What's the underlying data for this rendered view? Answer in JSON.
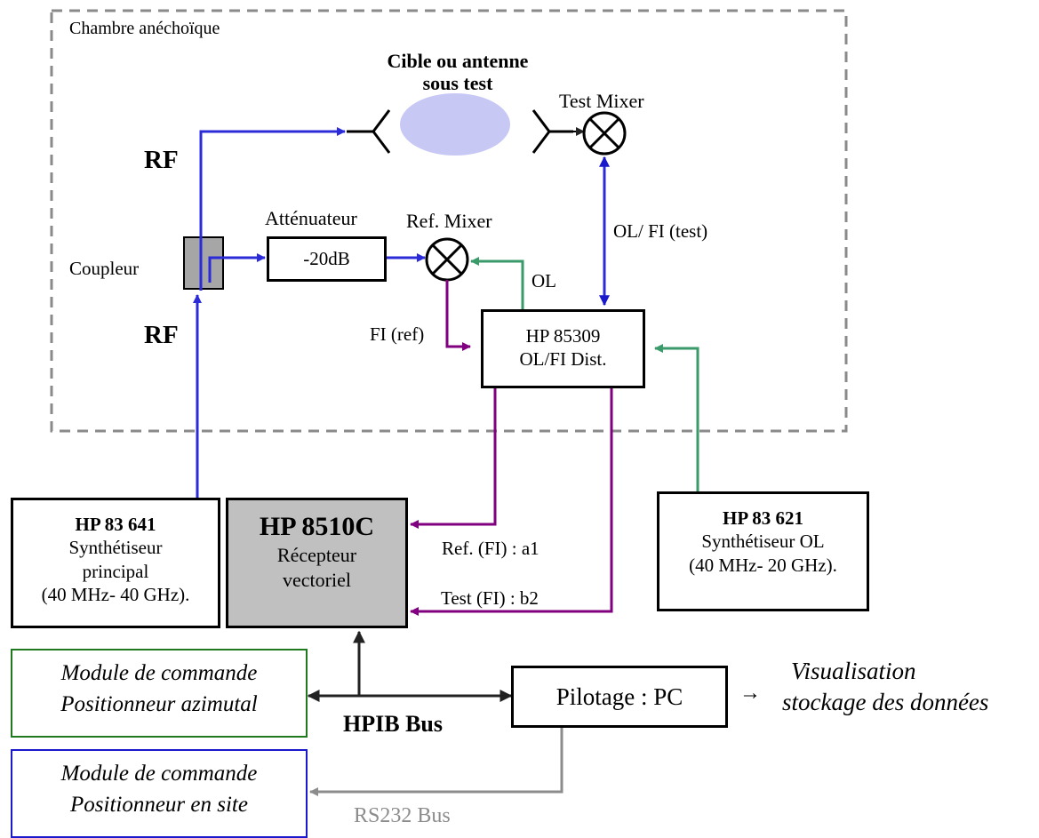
{
  "chamber": {
    "label": "Chambre anéchoïque"
  },
  "target": {
    "line1": "Cible ou antenne",
    "line2": "sous test"
  },
  "test_mixer": {
    "label": "Test Mixer"
  },
  "ref_mixer": {
    "label": "Ref. Mixer"
  },
  "attenuator": {
    "title": "Atténuateur",
    "value": "-20dB"
  },
  "coupler": {
    "label": "Coupleur"
  },
  "rf_labels": {
    "top": "RF",
    "bottom": "RF"
  },
  "signals": {
    "ol_fi_test": "OL/ FI (test)",
    "ol": "OL",
    "fi_ref": "FI (ref)",
    "ref_fi_a1": "Ref. (FI) : a1",
    "test_fi_b2": "Test (FI) : b2"
  },
  "distributor": {
    "line1": "HP 85309",
    "line2": "OL/FI Dist."
  },
  "synth_main": {
    "title": "HP 83 641",
    "line1": "Synthétiseur",
    "line2": "principal",
    "line3": "(40 MHz- 40 GHz)."
  },
  "receiver": {
    "title": "HP 8510C",
    "line1": "Récepteur",
    "line2": "vectoriel"
  },
  "synth_ol": {
    "title": "HP 83 621",
    "line1": "Synthétiseur OL",
    "line2": "(40 MHz- 20 GHz)."
  },
  "azimuth_module": {
    "line1": "Module de commande",
    "line2": "Positionneur azimutal"
  },
  "site_module": {
    "line1": "Module de commande",
    "line2": "Positionneur en site"
  },
  "pc": {
    "label": "Pilotage : PC"
  },
  "output": {
    "arrow": "→",
    "line1": "Visualisation",
    "line2": "stockage des données"
  },
  "buses": {
    "hpib": "HPIB Bus",
    "rs232": "RS232 Bus"
  },
  "colors": {
    "rf_blue": "#2b2bd8",
    "ol_green": "#3a9a6a",
    "fi_purple": "#800080",
    "rs232_gray": "#8c8c8c",
    "target_fill": "#c8c8f5",
    "receiver_fill": "#c0c0c0",
    "azimuth_border": "#1f7a1f",
    "site_border": "#1a1acc"
  }
}
